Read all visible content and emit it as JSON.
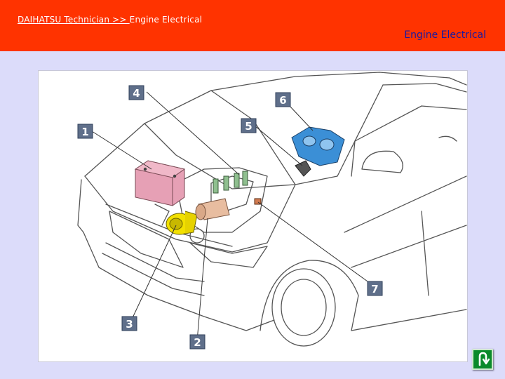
{
  "header": {
    "breadcrumb_site": "DAIHATSU Technician >> ",
    "breadcrumb_section": "Engine Electrical",
    "title": "Engine Electrical"
  },
  "diagram": {
    "callouts": [
      "1",
      "2",
      "3",
      "4",
      "5",
      "6",
      "7"
    ]
  },
  "footer": {
    "return_icon": "u-turn-return-icon"
  }
}
